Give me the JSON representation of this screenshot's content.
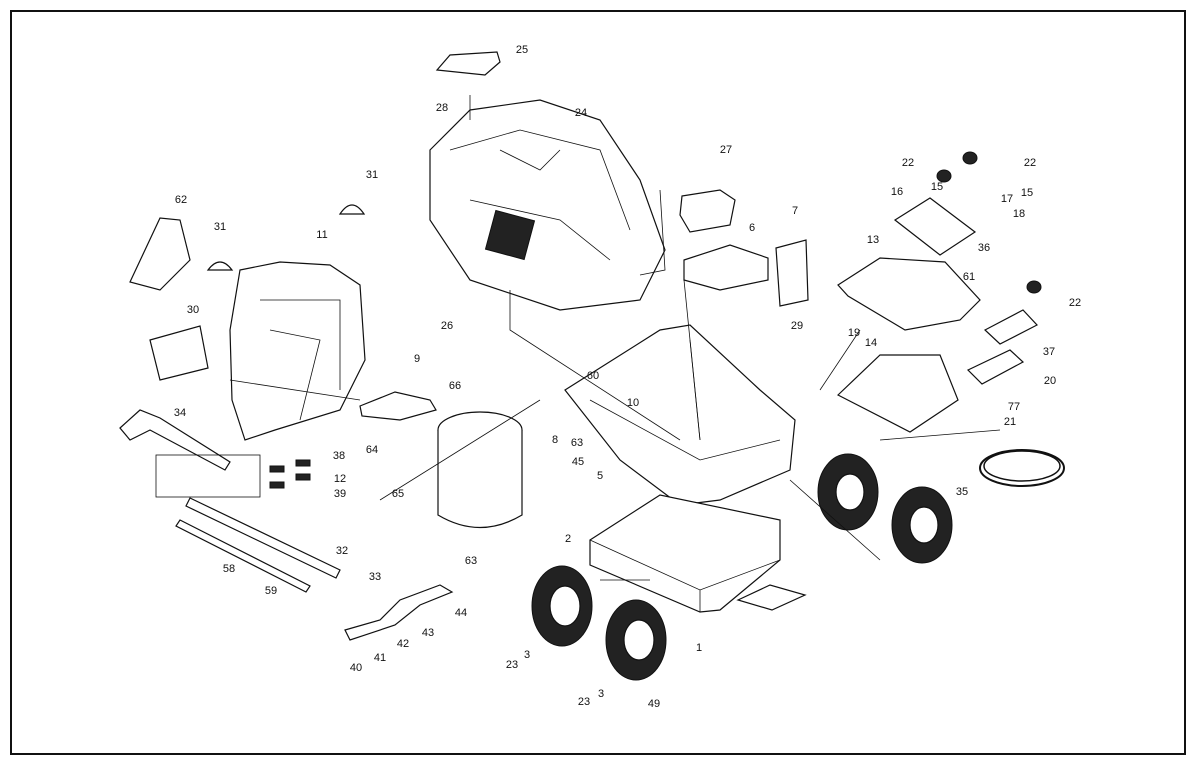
{
  "diagram": {
    "title": "Exploded parts diagram",
    "part_labels": [
      "25",
      "28",
      "24",
      "27",
      "7",
      "6",
      "22",
      "22",
      "15",
      "15",
      "17",
      "16",
      "18",
      "36",
      "13",
      "61",
      "22",
      "37",
      "20",
      "19",
      "14",
      "77",
      "21",
      "31",
      "31",
      "62",
      "11",
      "30",
      "26",
      "29",
      "9",
      "66",
      "60",
      "10",
      "34",
      "38",
      "12",
      "39",
      "64",
      "65",
      "8",
      "63",
      "45",
      "5",
      "35",
      "2",
      "32",
      "33",
      "58",
      "59",
      "63",
      "44",
      "43",
      "42",
      "41",
      "40",
      "23",
      "3",
      "1",
      "23",
      "3",
      "49"
    ]
  }
}
